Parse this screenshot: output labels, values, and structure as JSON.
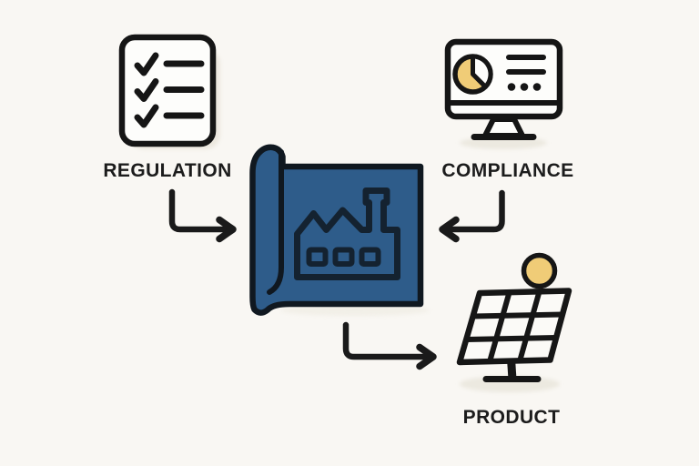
{
  "diagram_title": "regulation-compliance-to-product flow",
  "colors": {
    "background": "#F9F7F3",
    "ink": "#1A1A1A",
    "blueprint_blue": "#2E5C8A",
    "blueprint_line": "#142230",
    "accent_yellow": "#F0CC77",
    "paper_white": "#FDFDFB",
    "shadow": "#ECE9E0"
  },
  "nodes": {
    "regulation": {
      "label": "REGULATION",
      "icon": "checklist-icon"
    },
    "compliance": {
      "label": "COMPLIANCE",
      "icon": "dashboard-monitor-icon"
    },
    "blueprint": {
      "label": "",
      "icon": "factory-blueprint-icon"
    },
    "product": {
      "label": "PRODUCT",
      "icon": "solar-panel-icon"
    }
  },
  "flows": [
    {
      "from": "regulation",
      "to": "blueprint",
      "shape": "down-then-right-arrow"
    },
    {
      "from": "compliance",
      "to": "blueprint",
      "shape": "down-then-left-arrow"
    },
    {
      "from": "blueprint",
      "to": "product",
      "shape": "down-then-right-arrow"
    }
  ]
}
